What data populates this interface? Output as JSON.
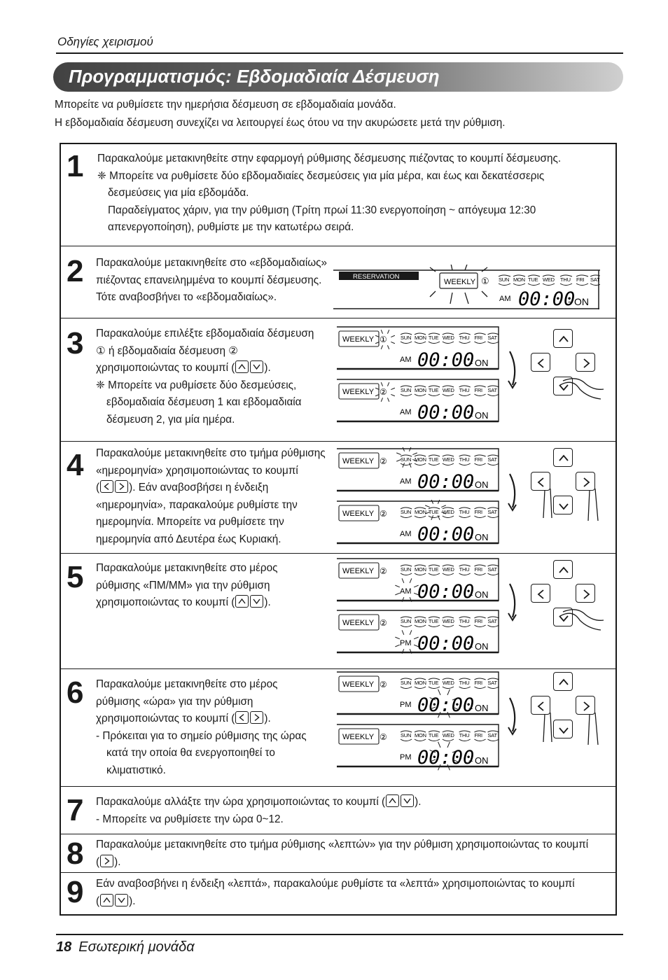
{
  "header": {
    "section": "Οδηγίες χειρισμού"
  },
  "title": "Προγραμματισμός: Εβδομαδιαία Δέσμευση",
  "intro": [
    "Μπορείτε να ρυθμίσετε την ημερήσια δέσμευση σε εβδομαδιαία μονάδα.",
    "Η εβδομαδιαία δέσμευση συνεχίζει να λειτουργεί έως ότου να την ακυρώσετε μετά την ρύθμιση."
  ],
  "steps": [
    {
      "number": "1",
      "lines": [
        "Παρακαλούμε μετακινηθείτε στην εφαρμογή ρύθμισης δέσμευσης πιέζοντας το κουμπί δέσμευσης.",
        "❈ Μπορείτε να ρυθμίσετε δύο εβδομαδιαίες δεσμεύσεις για μία μέρα, και έως και δεκατέσσερις",
        "δεσμεύσεις για μία εβδομάδα.",
        "Παραδείγματος χάριν, για την ρύθμιση (Τρίτη πρωί 11:30 ενεργοποίηση ~ απόγευμα 12:30",
        "απενεργοποίηση), ρυθμίστε με την κατωτέρω σειρά."
      ]
    },
    {
      "number": "2",
      "lines": [
        "Παρακαλούμε μετακινηθείτε στο «εβδομαδιαίως»",
        "πιέζοντας επανειλημμένα το κουμπί δέσμευσης.",
        "Τότε αναβοσβήνει το «εβδομαδιαίως»."
      ]
    },
    {
      "number": "3",
      "lines": [
        "Παρακαλούμε επιλέξτε εβδομαδιαία δέσμευση",
        "① ή εβδομαδιαία δέσμευση ②",
        "χρησιμοποιώντας το κουμπί (",
        "❈ Μπορείτε να ρυθμίσετε δύο δεσμεύσεις,",
        "εβδομαδιαία δέσμευση 1 και εβδομαδιαία",
        "δέσμευση 2, για μία ημέρα."
      ]
    },
    {
      "number": "4",
      "lines": [
        "Παρακαλούμε μετακινηθείτε στο τμήμα ρύθμισης",
        "«ημερομηνία» χρησιμοποιώντας το κουμπί",
        "). Εάν αναβοσβήσει η ένδειξη",
        "«ημερομηνία», παρακαλούμε ρυθμίστε την",
        "ημερομηνία. Μπορείτε να ρυθμίσετε την",
        "ημερομηνία από Δευτέρα έως Κυριακή."
      ]
    },
    {
      "number": "5",
      "lines": [
        "Παρακαλούμε μετακινηθείτε στο μέρος",
        "ρύθμισης «ΠΜ/ΜΜ» για την ρύθμιση",
        "χρησιμοποιώντας το κουμπί ("
      ]
    },
    {
      "number": "6",
      "lines": [
        "Παρακαλούμε μετακινηθείτε στο μέρος",
        "ρύθμισης «ώρα» για την ρύθμιση",
        "χρησιμοποιώντας το κουμπί (",
        "- Πρόκειται για το σημείο ρύθμισης της ώρας",
        "κατά την οποία θα ενεργοποιηθεί το",
        "κλιματιστικό."
      ]
    },
    {
      "number": "7",
      "lines": [
        "Παρακαλούμε αλλάξτε την ώρα χρησιμοποιώντας το κουμπί (",
        "- Μπορείτε να ρυθμίσετε την ώρα 0~12."
      ]
    },
    {
      "number": "8",
      "lines": [
        "Παρακαλούμε μετακινηθείτε στο τμήμα ρύθμισης «λεπτών» για την ρύθμιση χρησιμοποιώντας το κουμπί"
      ]
    },
    {
      "number": "9",
      "lines": [
        "Εάν αναβοσβήνει η ένδειξη «λεπτά», παρακαλούμε ρυθμίστε τα «λεπτά» χρησιμοποιώντας το κουμπί"
      ]
    }
  ],
  "punct": {
    "close": ").",
    "open": "("
  },
  "display": {
    "reservation": "RESERVATION",
    "weekly": "WEEKLY",
    "days": [
      "SUN",
      "MON",
      "TUE",
      "WED",
      "THU",
      "FRI",
      "SAT"
    ],
    "time": "00:00",
    "tilde": "~",
    "on": "ON",
    "am": "AM",
    "pm": "PM",
    "res1": "①",
    "res2": "②"
  },
  "footer": {
    "page": "18",
    "label": "Εσωτερική μονάδα"
  }
}
